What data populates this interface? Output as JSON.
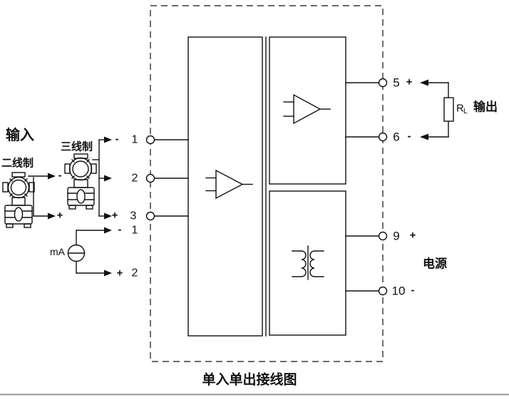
{
  "diagram": {
    "title": "单入单出接线图",
    "input": {
      "section_label": "输入",
      "two_wire_label": "二线制",
      "three_wire_label": "三线制",
      "ma_source_label": "mA",
      "two_wire_neg_sign": "-",
      "two_wire_pos_sign": "+",
      "rows": [
        {
          "sign": "-",
          "terminal": "1"
        },
        {
          "sign": "",
          "terminal": "2"
        },
        {
          "sign": "+",
          "terminal": "3"
        },
        {
          "sign": "-",
          "terminal": "1"
        },
        {
          "sign": "+",
          "terminal": "2"
        }
      ]
    },
    "output": {
      "section_label": "输出",
      "load_resistor": "R",
      "load_resistor_sub": "L",
      "terminals": [
        {
          "terminal": "5",
          "sign": "+"
        },
        {
          "terminal": "6",
          "sign": "-"
        }
      ]
    },
    "power": {
      "section_label": "电源",
      "terminals": [
        {
          "terminal": "9",
          "sign": "+"
        },
        {
          "terminal": "10",
          "sign": "-"
        }
      ]
    },
    "colors": {
      "line": "#111111",
      "background": "#ffffff",
      "bottom_edge": "#a9a9a9"
    }
  }
}
